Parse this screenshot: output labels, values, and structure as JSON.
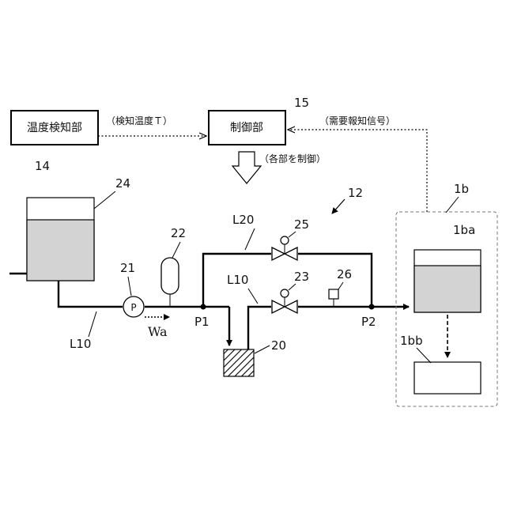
{
  "blocks": {
    "temp_detector": "温度検知部",
    "controller": "制御部"
  },
  "signals": {
    "detected_temp": "（検知温度Ｔ）",
    "demand_notice": "（需要報知信号）",
    "control_each": "（各部を制御）"
  },
  "refs": {
    "r14": "14",
    "r15": "15",
    "r12": "12",
    "r24": "24",
    "r22": "22",
    "r21": "21",
    "r25": "25",
    "r23": "23",
    "r26": "26",
    "r20": "20",
    "r1b": "1b",
    "r1ba": "1ba",
    "r1bb": "1bb"
  },
  "pipes": {
    "l20": "L20",
    "l10_mid": "L10",
    "l10_left": "L10",
    "p1": "P1",
    "p2": "P2",
    "flow": "Wa"
  },
  "pump_symbol": "P"
}
